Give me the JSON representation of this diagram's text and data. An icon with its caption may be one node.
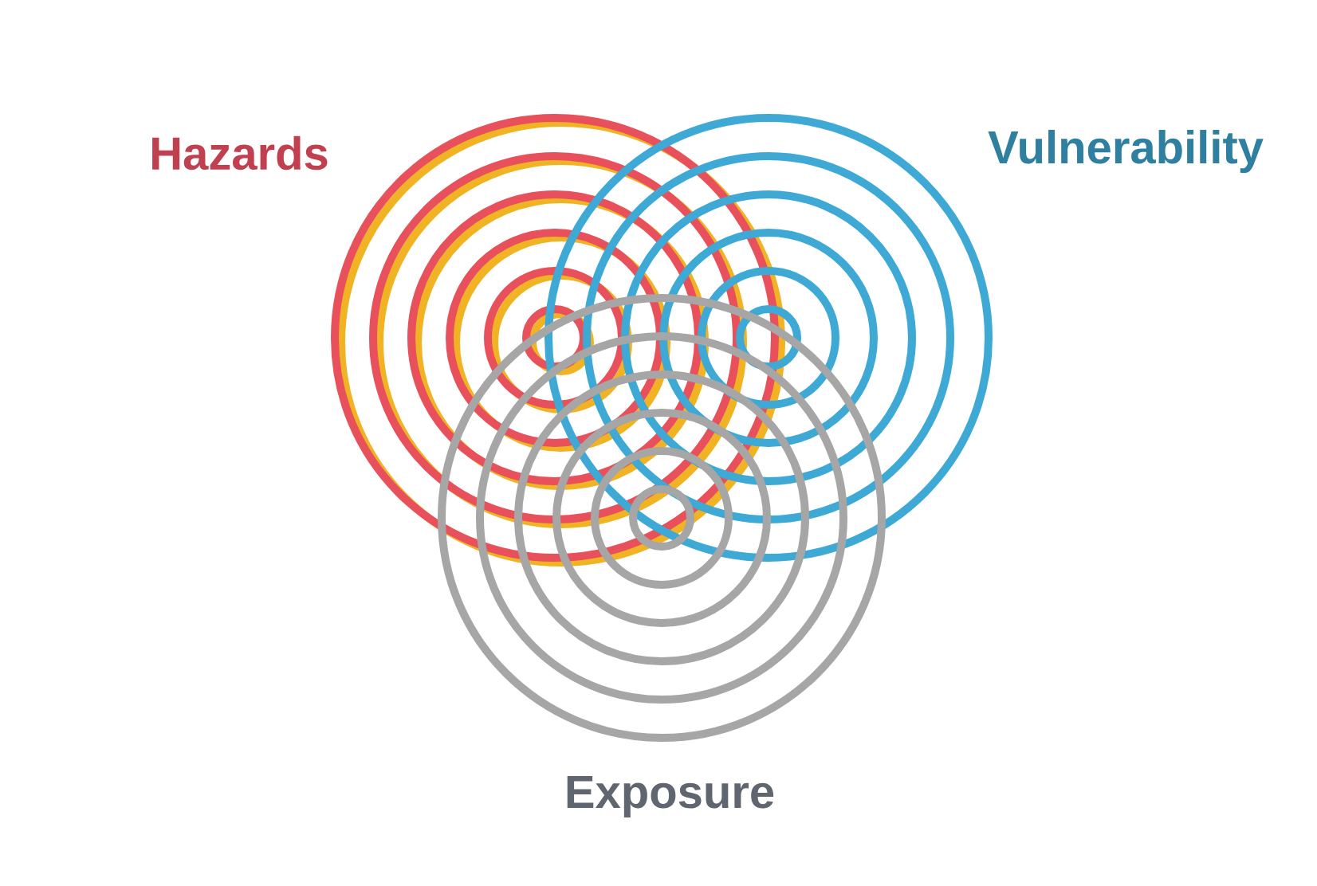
{
  "diagram": {
    "nodes": [
      {
        "text": [
          "Hazards"
        ]
      },
      {
        "text": [
          "Vulnerability"
        ]
      },
      {
        "text": [
          "Exposure"
        ]
      }
    ]
  }
}
